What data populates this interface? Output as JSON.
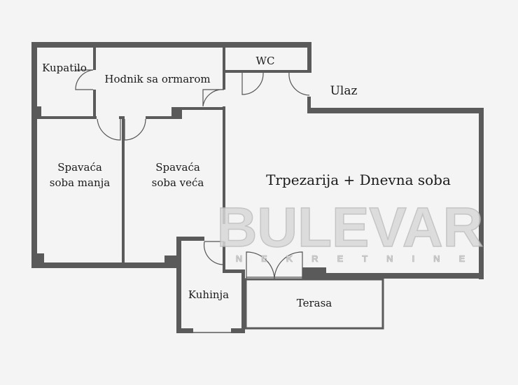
{
  "rooms": {
    "bathroom": "Kupatilo",
    "hallway": "Hodnik sa ormarom",
    "wc": "WC",
    "entrance": "Ulaz",
    "bedroom_small_1": "Spavaća",
    "bedroom_small_2": "soba manja",
    "bedroom_large_1": "Spavaća",
    "bedroom_large_2": "soba veća",
    "living": "Trpezarija + Dnevna soba",
    "kitchen": "Kuhinja",
    "terrace": "Terasa"
  },
  "watermark": {
    "brand": "BULEVAR",
    "subtitle": "NEKRETNINE"
  },
  "colors": {
    "wall": "#5a5a5a",
    "background": "#f4f4f4"
  }
}
